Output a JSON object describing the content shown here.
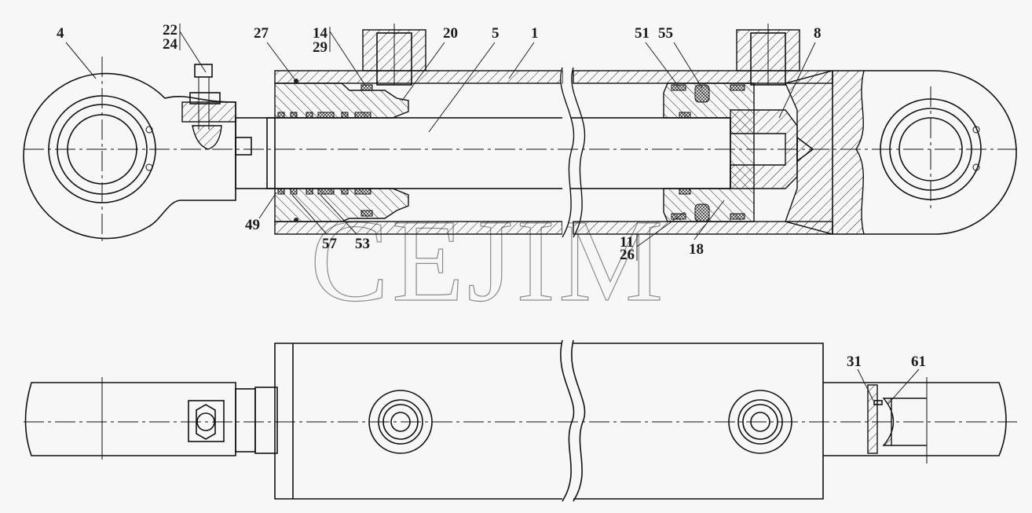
{
  "drawing": {
    "title": "Hydraulic cylinder assembly drawing",
    "watermark": "CEJIM",
    "callouts": {
      "c4": "4",
      "c22": "22",
      "c24": "24",
      "c27": "27",
      "c14": "14",
      "c29": "29",
      "c20": "20",
      "c5": "5",
      "c1": "1",
      "c51": "51",
      "c55": "55",
      "c8": "8",
      "c49": "49",
      "c57": "57",
      "c53": "53",
      "c11": "11",
      "c26": "26",
      "c18": "18",
      "c31": "31",
      "c61": "61"
    }
  }
}
